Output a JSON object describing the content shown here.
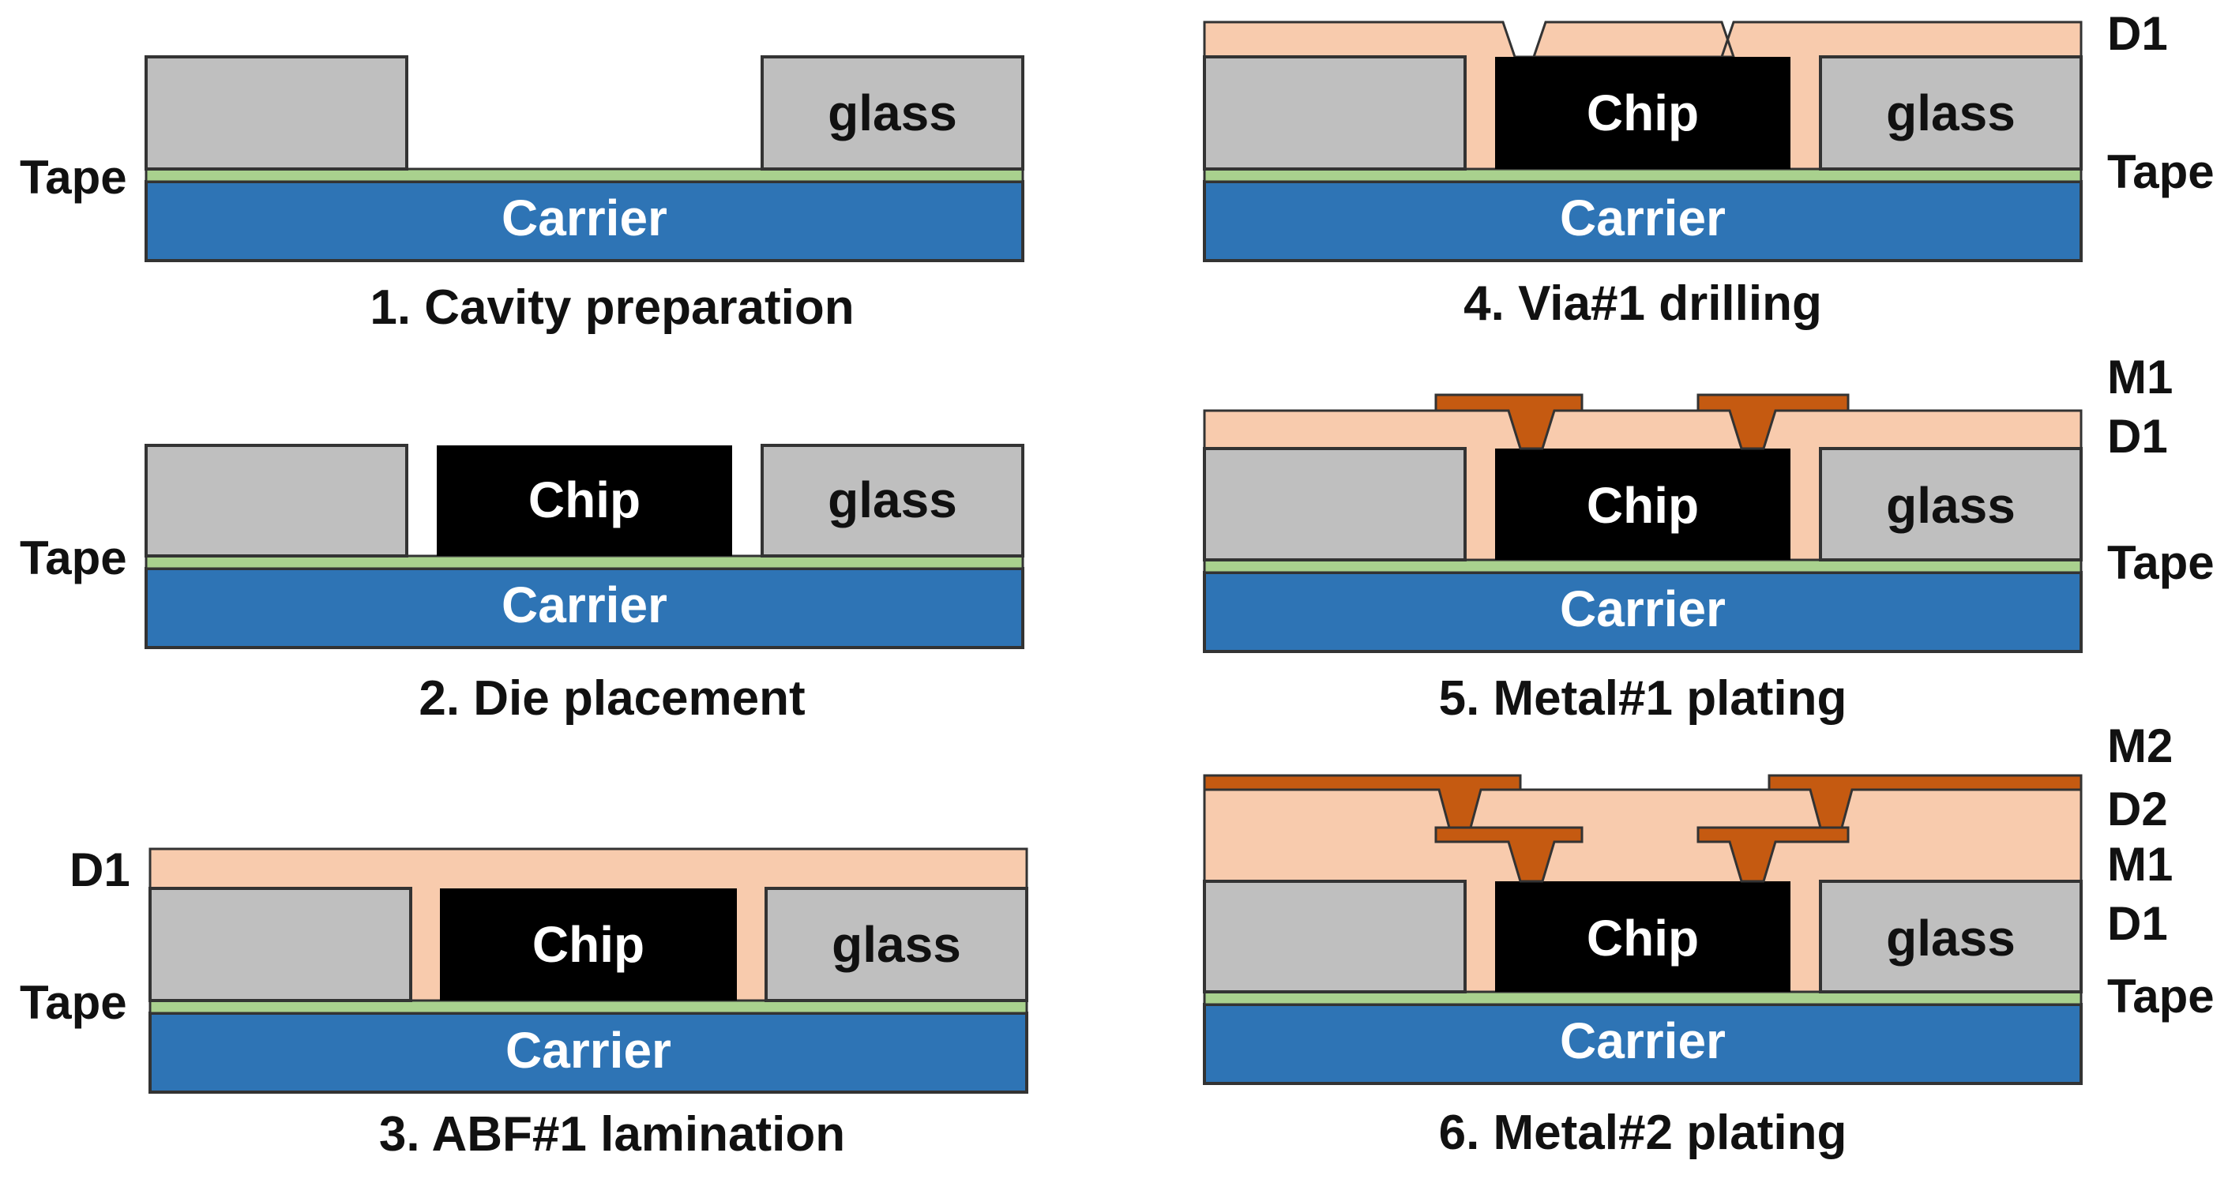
{
  "colors": {
    "carrier": "#2e74b5",
    "tape": "#a9d18e",
    "glass": "#bfbfbf",
    "chip": "#000000",
    "dielectric": "#f8cbad",
    "metal": "#c55a11"
  },
  "panels": [
    {
      "caption": "1. Cavity preparation",
      "carrier": "Carrier",
      "glass": "glass",
      "chip": "",
      "side_labels": [
        "Tape"
      ]
    },
    {
      "caption": "2. Die placement",
      "carrier": "Carrier",
      "glass": "glass",
      "chip": "Chip",
      "side_labels": [
        "Tape"
      ]
    },
    {
      "caption": "3. ABF#1 lamination",
      "carrier": "Carrier",
      "glass": "glass",
      "chip": "Chip",
      "side_labels": [
        "D1",
        "Tape"
      ]
    },
    {
      "caption": "4. Via#1 drilling",
      "carrier": "Carrier",
      "glass": "glass",
      "chip": "Chip",
      "side_labels": [
        "D1",
        "Tape"
      ]
    },
    {
      "caption": "5. Metal#1 plating",
      "carrier": "Carrier",
      "glass": "glass",
      "chip": "Chip",
      "side_labels": [
        "M1",
        "D1",
        "Tape"
      ]
    },
    {
      "caption": "6. Metal#2 plating",
      "carrier": "Carrier",
      "glass": "glass",
      "chip": "Chip",
      "side_labels": [
        "M2",
        "D2",
        "M1",
        "D1",
        "Tape"
      ]
    }
  ]
}
